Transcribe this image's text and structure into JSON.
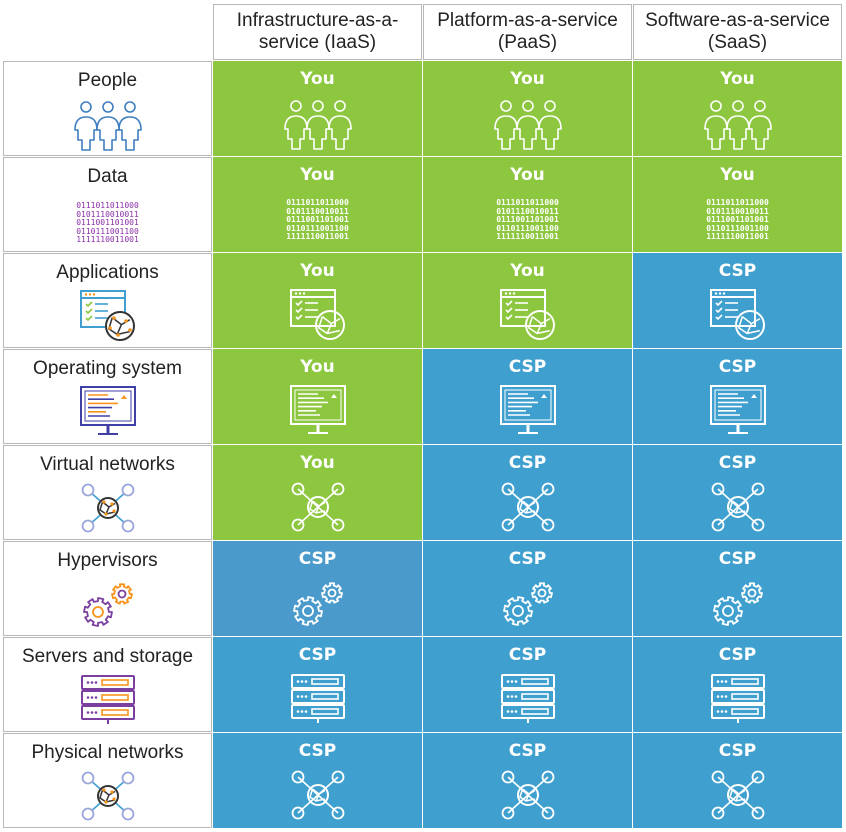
{
  "colors": {
    "you": "#8dc63f",
    "csp": "#3fa0d0",
    "csp_alt": "#4a9bcc"
  },
  "headers": [
    "Infrastructure-as-a-service (IaaS)",
    "Platform-as-a-service (PaaS)",
    "Software-as-a-service (SaaS)"
  ],
  "rows": [
    {
      "label": "People",
      "icon": "people-icon",
      "cells": [
        "You",
        "You",
        "You"
      ]
    },
    {
      "label": "Data",
      "icon": "binary-data-icon",
      "cells": [
        "You",
        "You",
        "You"
      ],
      "binary_lines": [
        "0111011011000",
        "0101110010011",
        "0111001101001",
        "0110111001100",
        "1111110011001"
      ]
    },
    {
      "label": "Applications",
      "icon": "application-window-globe-icon",
      "cells": [
        "You",
        "You",
        "CSP"
      ]
    },
    {
      "label": "Operating system",
      "icon": "monitor-icon",
      "cells": [
        "You",
        "CSP",
        "CSP"
      ]
    },
    {
      "label": "Virtual networks",
      "icon": "virtual-network-icon",
      "cells": [
        "You",
        "CSP",
        "CSP"
      ]
    },
    {
      "label": "Hypervisors",
      "icon": "gears-icon",
      "cells": [
        "CSP",
        "CSP",
        "CSP"
      ]
    },
    {
      "label": "Servers and storage",
      "icon": "server-rack-icon",
      "cells": [
        "CSP",
        "CSP",
        "CSP"
      ]
    },
    {
      "label": "Physical networks",
      "icon": "physical-network-icon",
      "cells": [
        "CSP",
        "CSP",
        "CSP"
      ]
    }
  ]
}
